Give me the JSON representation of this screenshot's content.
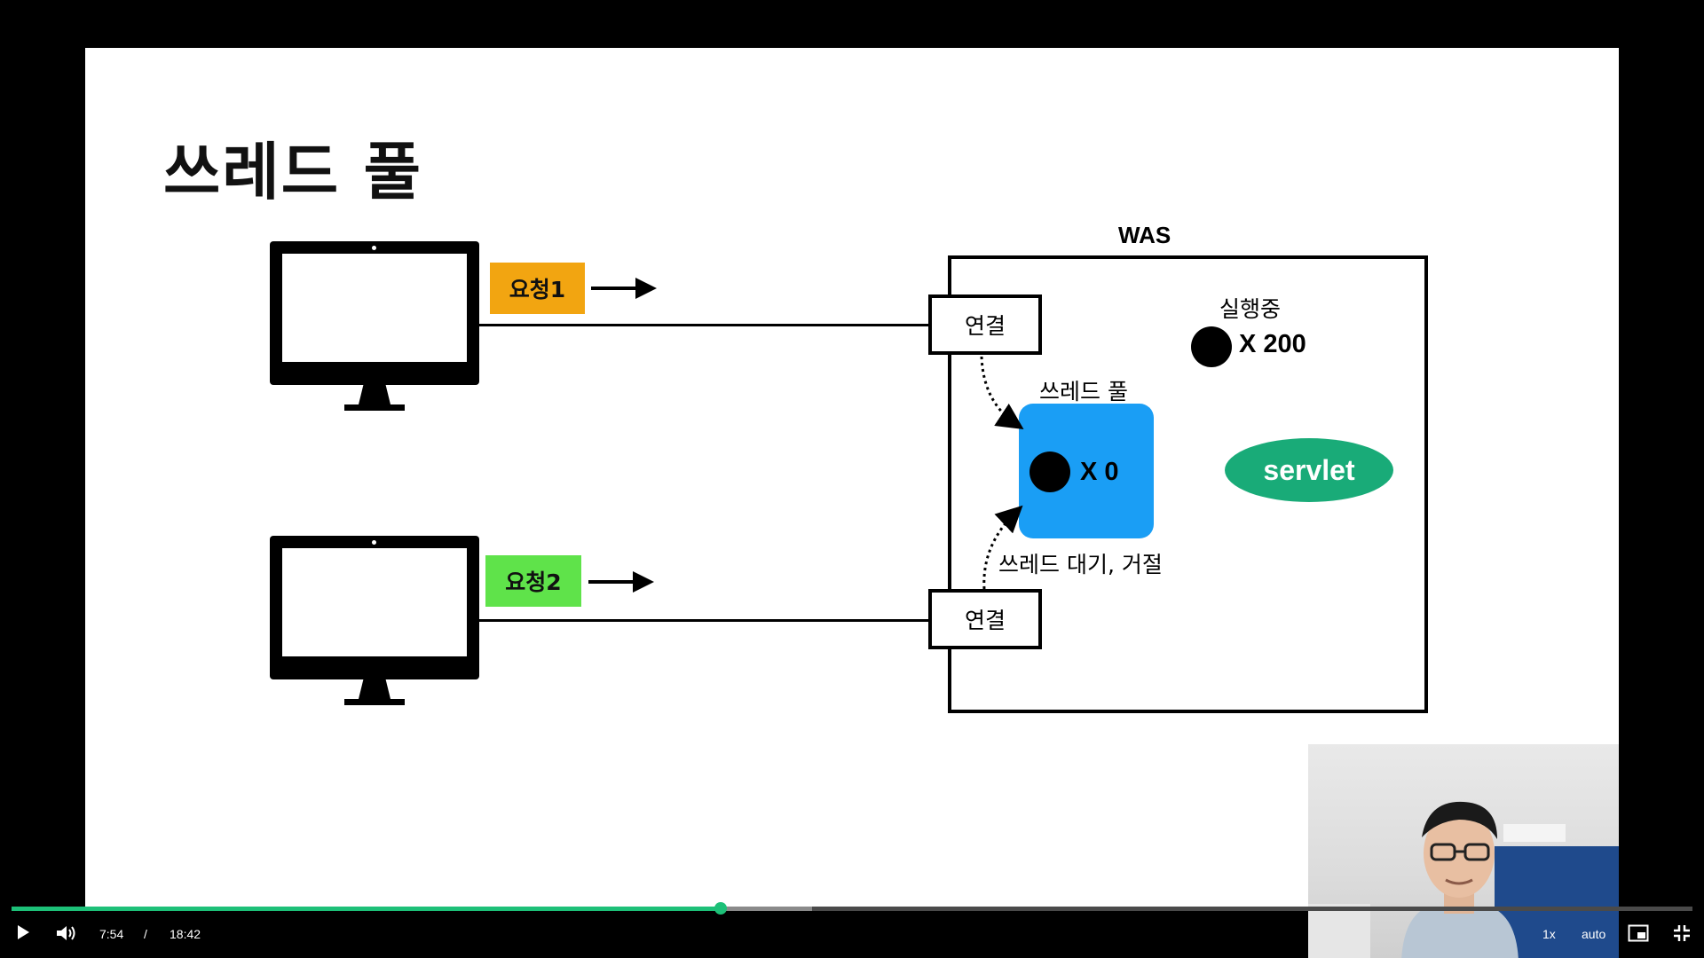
{
  "slide": {
    "title": "쓰레드 풀",
    "requests": [
      {
        "label": "요청1",
        "color": "#f2a511"
      },
      {
        "label": "요청2",
        "color": "#5fe34a"
      }
    ],
    "was_label": "WAS",
    "connection_label": "연결",
    "running_label": "실행중",
    "running_count": "X 200",
    "pool_label": "쓰레드 풀",
    "pool_count": "X 0",
    "pool_color": "#1a9ef5",
    "servlet_label": "servlet",
    "servlet_color": "#19ab78",
    "waiting_label": "쓰레드 대기, 거절"
  },
  "player": {
    "current_time": "7:54",
    "separator": "/",
    "duration": "18:42",
    "progress_fraction": 0.4221,
    "accent_color": "#1dc078",
    "speed": "1x",
    "quality": "auto",
    "icons": [
      "play-icon",
      "volume-icon",
      "pip-icon",
      "exit-fullscreen-icon"
    ]
  }
}
